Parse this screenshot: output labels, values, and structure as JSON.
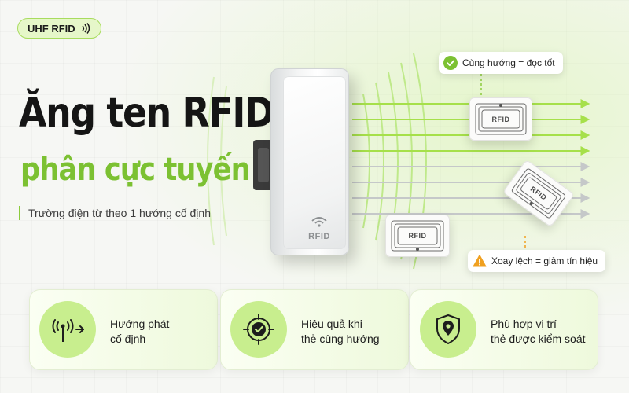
{
  "badge": {
    "label": "UHF RFID",
    "icon": "signal-waves-icon"
  },
  "headline": {
    "line1": "Ăng ten RFID",
    "line2": "phân cực tuyến tính",
    "subtitle": "Trường điện từ theo 1 hướng cố định"
  },
  "antenna": {
    "logo_text": "RFID",
    "icon": "wireless-signal-icon"
  },
  "tags": [
    {
      "label": "RFID"
    },
    {
      "label": "RFID"
    },
    {
      "label": "RFID"
    }
  ],
  "callouts": {
    "good": {
      "text": "Cùng hướng = đọc tốt",
      "icon": "check-circle-icon"
    },
    "warn": {
      "text": "Xoay lệch = giảm tín hiệu",
      "icon": "warning-triangle-icon"
    }
  },
  "features": [
    {
      "line1": "Hướng phát",
      "line2": "cố định",
      "icon": "antenna-broadcast-icon"
    },
    {
      "line1": "Hiệu quả khi",
      "line2": "thẻ cùng hướng",
      "icon": "target-check-icon"
    },
    {
      "line1": "Phù hợp vị trí",
      "line2": "thẻ được kiểm soát",
      "icon": "shield-location-icon"
    }
  ],
  "colors": {
    "accent_green": "#7cc132",
    "light_green": "#c8ee8e",
    "wave_green": "#a6e04a",
    "wave_grey": "#c5c8c9",
    "warning_orange": "#f0a020",
    "dark_text": "#151515"
  }
}
